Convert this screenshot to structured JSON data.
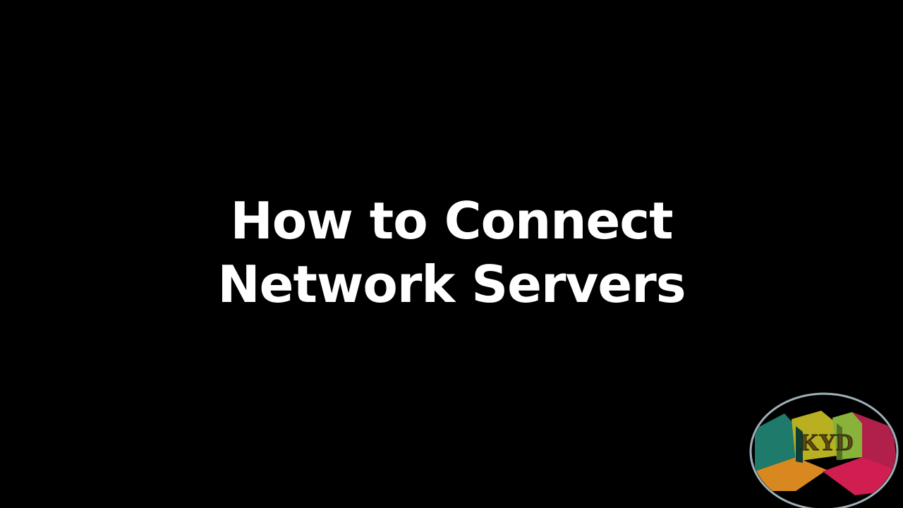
{
  "title": {
    "line1": "How to Connect",
    "line2": "Network Servers"
  },
  "logo": {
    "text": "KYD",
    "colors": {
      "ring": "#9fb0b8",
      "teal": "#1e7a6a",
      "yellow": "#b8b020",
      "green": "#88b23a",
      "magenta": "#b0204a",
      "orange": "#d8881e",
      "crimson": "#d01e50",
      "text": "#5a4a14"
    }
  }
}
